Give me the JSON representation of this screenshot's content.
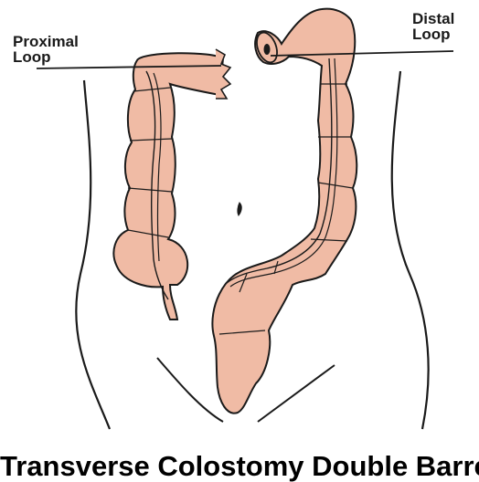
{
  "labels": {
    "proximal_line1": "Proximal",
    "proximal_line2": "Loop",
    "distal_line1": "Distal",
    "distal_line2": "Loop"
  },
  "caption": "Transverse Colostomy Double Barrel",
  "colors": {
    "bowel_fill": "#f0bba5",
    "outline": "#1a1a1a",
    "background": "#ffffff"
  }
}
